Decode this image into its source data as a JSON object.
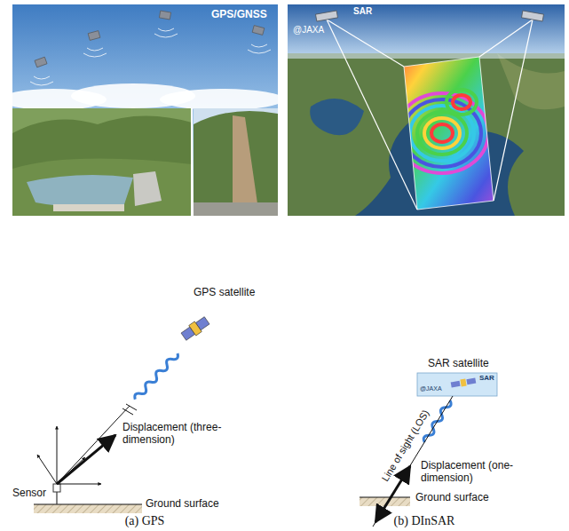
{
  "diagram": {
    "labels": [
      "GPS/GNSS",
      "GPS satellite",
      "Displacement (three-dimension)",
      "Sensor",
      "Ground surface",
      "(a) GPS",
      "SAR",
      "@JAXA",
      "SAR satellite",
      "SAR",
      "@JAXA",
      "Line of sight (LOS)",
      "Displacement (one-dimension)",
      "Ground surface",
      "(b) DInSAR"
    ]
  }
}
